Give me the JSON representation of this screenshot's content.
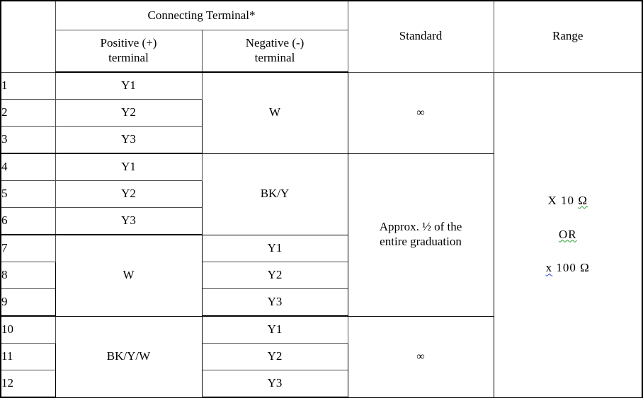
{
  "table": {
    "columns": {
      "index_header": "",
      "group_header": "Connecting Terminal*",
      "positive_header_line1": "Positive (+)",
      "positive_header_line2": "terminal",
      "negative_header_line1": "Negative (-)",
      "negative_header_line2": "terminal",
      "standard_header": "Standard",
      "range_header": "Range"
    },
    "rows": [
      {
        "no": "1",
        "positive": "Y1",
        "negative": ""
      },
      {
        "no": "2",
        "positive": "Y2",
        "negative": ""
      },
      {
        "no": "3",
        "positive": "Y3",
        "negative": ""
      },
      {
        "no": "4",
        "positive": "Y1",
        "negative": ""
      },
      {
        "no": "5",
        "positive": "Y2",
        "negative": ""
      },
      {
        "no": "6",
        "positive": "Y3",
        "negative": ""
      },
      {
        "no": "7",
        "positive": "",
        "negative": "Y1"
      },
      {
        "no": "8",
        "positive": "",
        "negative": "Y2"
      },
      {
        "no": "9",
        "positive": "",
        "negative": "Y3"
      },
      {
        "no": "10",
        "positive": "",
        "negative": "Y1"
      },
      {
        "no": "11",
        "positive": "",
        "negative": "Y2"
      },
      {
        "no": "12",
        "positive": "",
        "negative": "Y3"
      }
    ],
    "merged": {
      "negative_rows_1_3": "W",
      "negative_rows_4_6": "BK/Y",
      "positive_rows_7_9": "W",
      "positive_rows_10_12": "BK/Y/W",
      "standard_rows_1_3": "∞",
      "standard_rows_4_9_line1": "Approx. ½ of the",
      "standard_rows_4_9_line2": "entire graduation",
      "standard_rows_10_12": "∞"
    },
    "range": {
      "line1_prefix": "X 10 ",
      "line1_unit": "Ω",
      "line2": "OR",
      "line3_prefix": "x",
      "line3_rest": " 100 Ω"
    }
  },
  "colors": {
    "border_strong": "#000000",
    "border_light": "#4d4d4d",
    "spellcheck_green": "#22a022",
    "grammarcheck_blue": "#2a46d8",
    "text": "#000000",
    "background": "#ffffff"
  }
}
